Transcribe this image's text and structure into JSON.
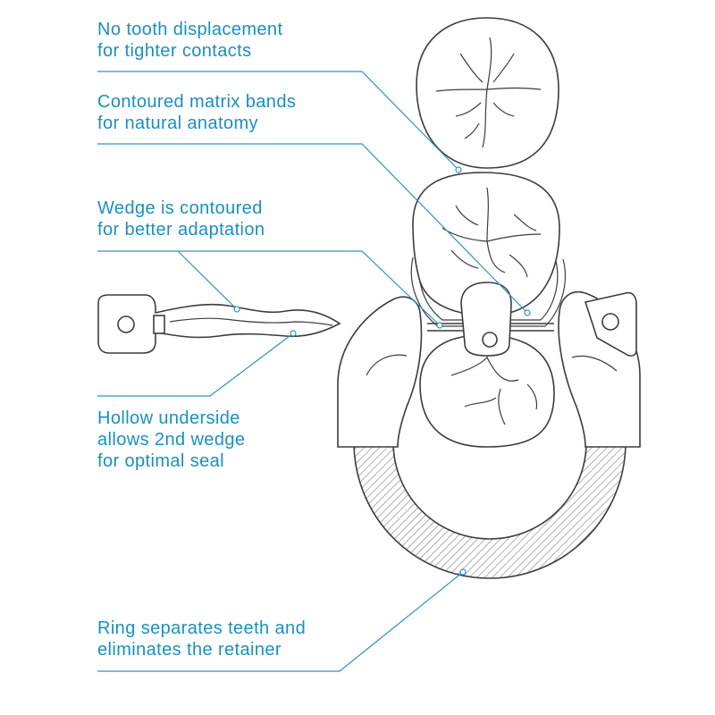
{
  "colors": {
    "label_text": "#1a8fc0",
    "callout_line": "#2d93c2",
    "outline": "#3c3c3c"
  },
  "callouts": [
    {
      "lines": [
        "No tooth displacement",
        "for tighter contacts"
      ]
    },
    {
      "lines": [
        "Contoured matrix bands",
        "for natural anatomy"
      ]
    },
    {
      "lines": [
        "Wedge is contoured",
        "for better adaptation"
      ]
    },
    {
      "lines": [
        "Hollow underside",
        "allows 2nd wedge",
        "for optimal seal"
      ]
    },
    {
      "lines": [
        "Ring separates teeth and",
        "eliminates the retainer"
      ]
    }
  ]
}
